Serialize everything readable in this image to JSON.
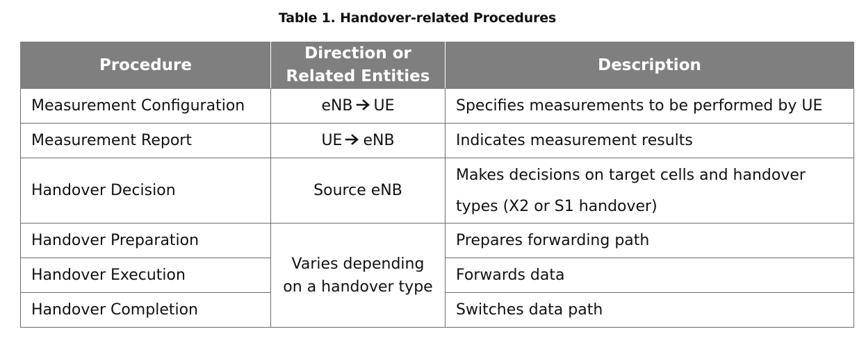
{
  "caption": "Table 1. Handover-related Procedures",
  "headers": {
    "procedure": "Procedure",
    "direction_line1": "Direction or",
    "direction_line2": "Related Entities",
    "description": "Description"
  },
  "rows": [
    {
      "procedure": "Measurement Configuration",
      "direction_from": "eNB",
      "direction_to": "UE",
      "description": "Specifies measurements to be performed by UE"
    },
    {
      "procedure": "Measurement Report",
      "direction_from": "UE",
      "direction_to": "eNB",
      "description": "Indicates measurement results"
    },
    {
      "procedure": "Handover Decision",
      "direction": "Source eNB",
      "description_line1": "Makes decisions on target cells and handover",
      "description_line2": "types (X2 or S1 handover)"
    },
    {
      "procedure": "Handover Preparation",
      "description": "Prepares forwarding path"
    },
    {
      "procedure": "Handover Execution",
      "description": "Forwards data"
    },
    {
      "procedure": "Handover Completion",
      "description": "Switches data path"
    }
  ],
  "merged_direction": {
    "line1": "Varies depending",
    "line2": "on a handover type"
  },
  "colors": {
    "header_background": "#7f7f7f",
    "header_text": "#ffffff",
    "border": "#6b6b6b"
  }
}
